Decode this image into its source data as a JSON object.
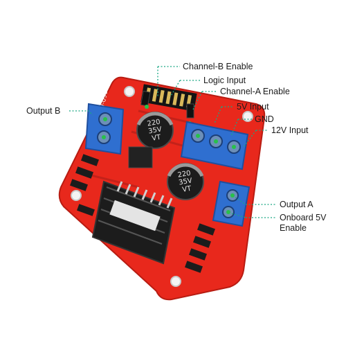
{
  "labels": {
    "output_b": "Output B",
    "channel_b_enable": "Channel-B Enable",
    "logic_input": "Logic Input",
    "channel_a_enable": "Channel-A Enable",
    "five_v_input": "5V Input",
    "gnd": "GND",
    "twelve_v_input": "12V Input",
    "output_a": "Output A",
    "onboard_5v_enable": "Onboard 5V Enable"
  },
  "board": {
    "silkscreen": "HW-095",
    "capacitor_top": {
      "line1": "220",
      "line2": "35V",
      "line3": "VT"
    },
    "capacitor_bottom": {
      "line1": "220",
      "line2": "35V",
      "line3": "VT"
    }
  },
  "colors": {
    "pcb": "#e8281c",
    "pcb_dark": "#b81c12",
    "terminal": "#2f6fd0",
    "leader": "#1aa884",
    "heatsink": "#1c1c1c"
  }
}
